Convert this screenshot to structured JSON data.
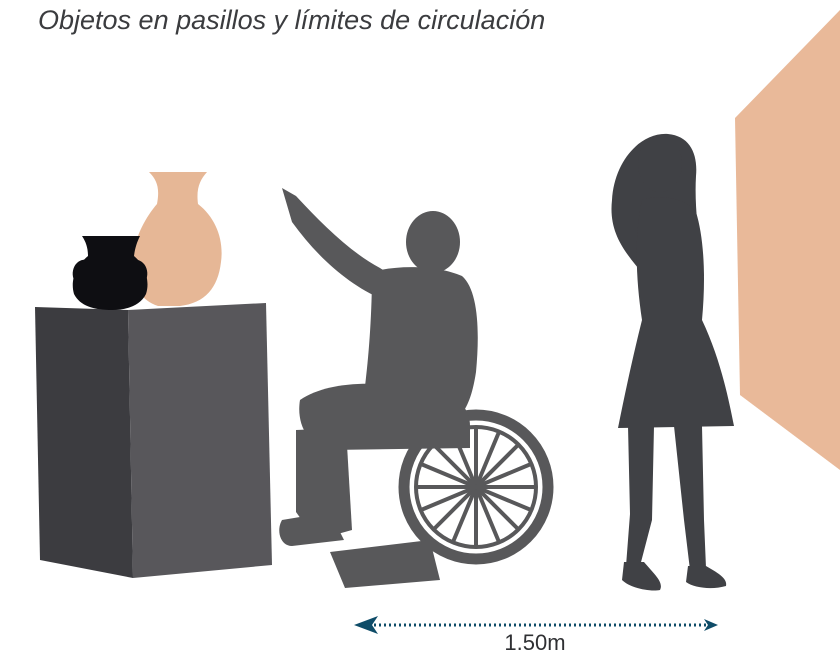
{
  "title": "Objetos en pasillos y límites de circulación",
  "distance": {
    "label": "1.50m",
    "value_m": 1.5
  },
  "colors": {
    "wall": "#e9b999",
    "vase_tan": "#e6b796",
    "vase_black": "#0e0e12",
    "pedestal_front": "#3c3c40",
    "pedestal_side": "#58575b",
    "wheelchair_user": "#58585a",
    "woman": "#404145",
    "arrow": "#0e4c68",
    "text": "#3b3c3f"
  },
  "icons": [
    "black-vase-icon",
    "tan-vase-icon",
    "pedestal-icon",
    "wheelchair-user-icon",
    "standing-woman-icon",
    "wall-icon",
    "arrow-icon"
  ]
}
